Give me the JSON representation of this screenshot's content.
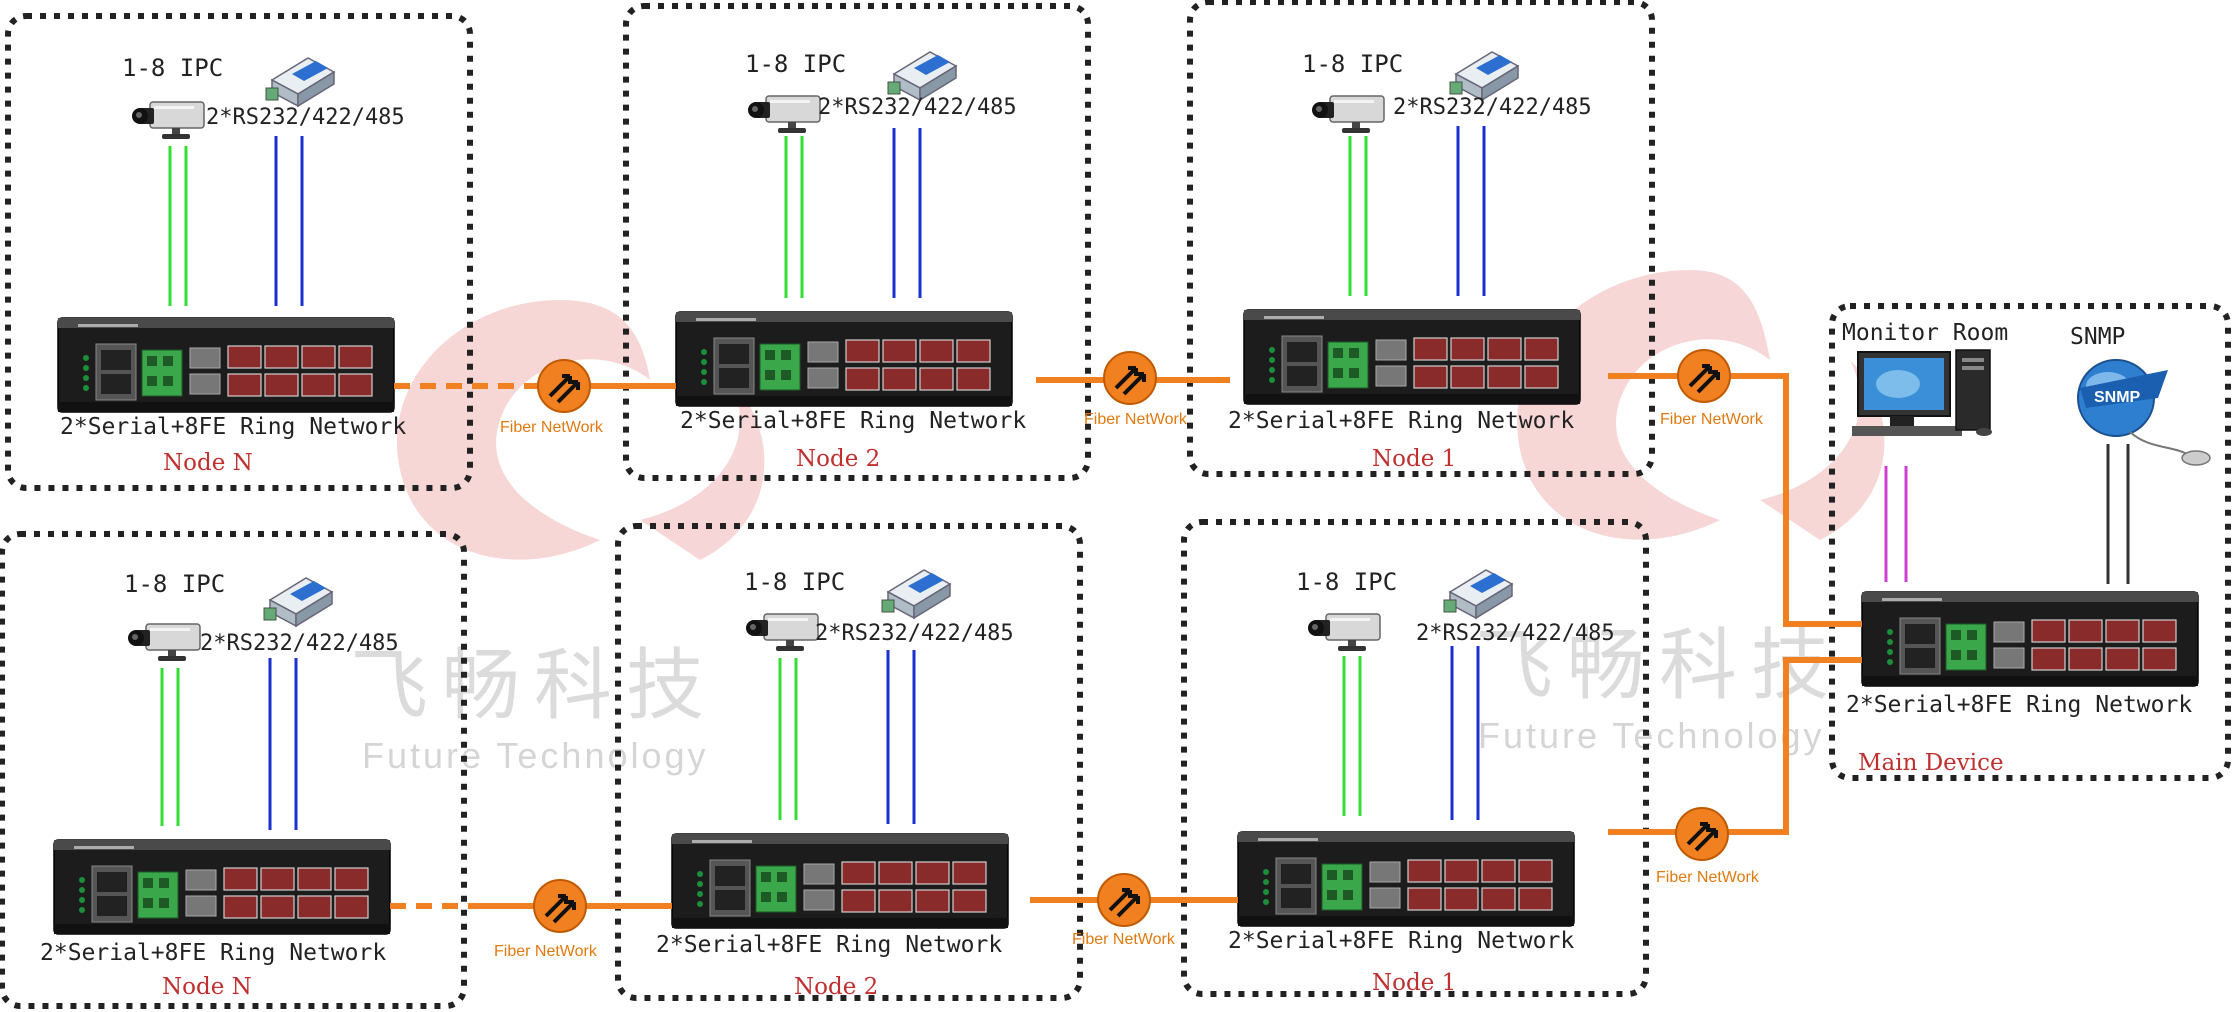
{
  "labels": {
    "ipc": "1-8 IPC",
    "serial": "2*RS232/422/485",
    "network": "2*Serial+8FE Ring Network",
    "fiber": "Fiber NetWork",
    "monitor_room": "Monitor Room",
    "snmp": "SNMP",
    "main_device": "Main Device"
  },
  "watermark": {
    "chinese": "飞畅科技",
    "english": "Future Technology"
  },
  "rows": [
    {
      "nodes": [
        "Node N",
        "Node 2",
        "Node 1"
      ]
    },
    {
      "nodes": [
        "Node N",
        "Node 2",
        "Node 1"
      ]
    }
  ],
  "colors": {
    "ipc_link": "#33dd33",
    "serial_link": "#1a2fd0",
    "fiber": "#f08020",
    "monitor_link": "#d040d0",
    "snmp_link": "#333333",
    "node_label": "#c03030",
    "watermark_logo": "#f0c0c0"
  }
}
